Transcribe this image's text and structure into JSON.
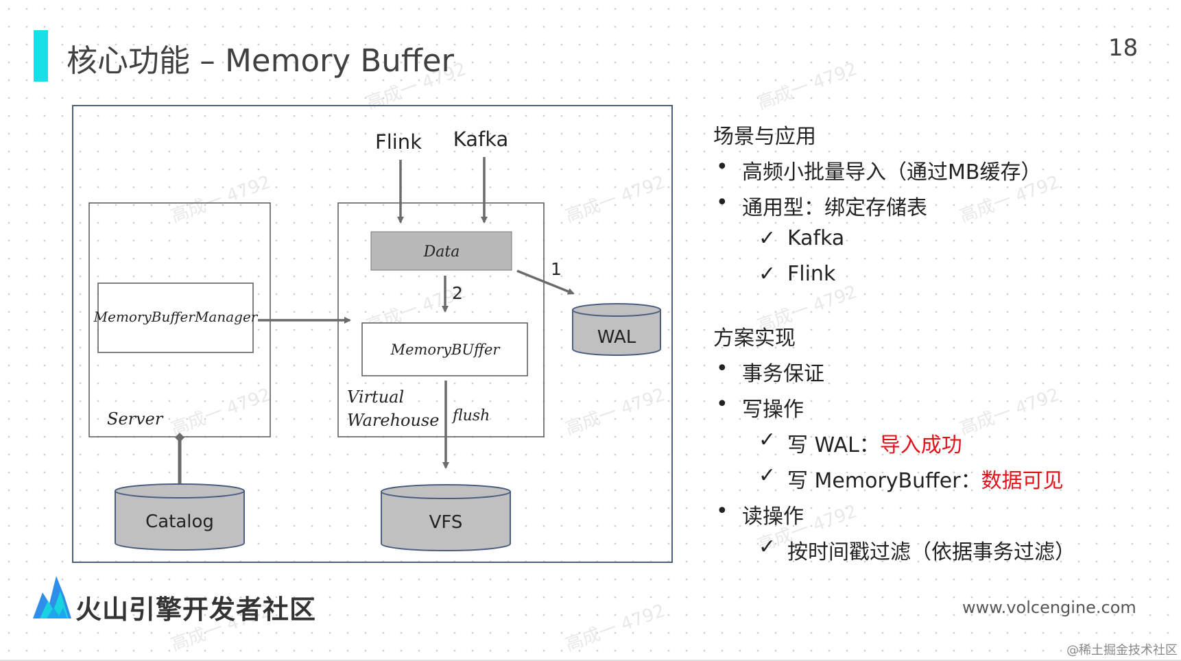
{
  "slide": {
    "title": "核心功能 – Memory Buffer",
    "page_number": "18",
    "accent_color": "#19e0e6"
  },
  "watermark": {
    "text": "高成一 4792"
  },
  "diagram": {
    "server_label": "Server",
    "manager_label": "MemoryBufferManager",
    "sources": [
      "Flink",
      "Kafka"
    ],
    "data_label": "Data",
    "memory_buffer_label": "MemoryBUffer",
    "warehouse_label": [
      "Virtual",
      "Warehouse"
    ],
    "step_1": "1",
    "step_2": "2",
    "flush_label": "flush",
    "wal_label": "WAL",
    "catalog_label": "Catalog",
    "vfs_label": "VFS"
  },
  "right_panel": {
    "scenario_heading": "场景与应用",
    "scenario_items": [
      "高频小批量导入（通过MB缓存）",
      "通用型：绑定存储表"
    ],
    "scenario_sub_items": [
      "Kafka",
      "Flink"
    ],
    "impl_heading": "方案实现",
    "impl_items": [
      "事务保证",
      "写操作",
      "读操作"
    ],
    "write_items": [
      {
        "prefix": "写 WAL：",
        "highlight": "导入成功"
      },
      {
        "prefix": "写 MemoryBuffer：",
        "highlight": "数据可见"
      }
    ],
    "read_items": [
      "按时间戳过滤（依据事务过滤）"
    ],
    "bullet_glyph": "•",
    "check_glyph": "✓",
    "highlight_color": "#e5111a"
  },
  "footer": {
    "brand_name": "火山引擎开发者社区",
    "website": "www.volcengine.com",
    "corner_credit": "@稀土掘金技术社区"
  }
}
